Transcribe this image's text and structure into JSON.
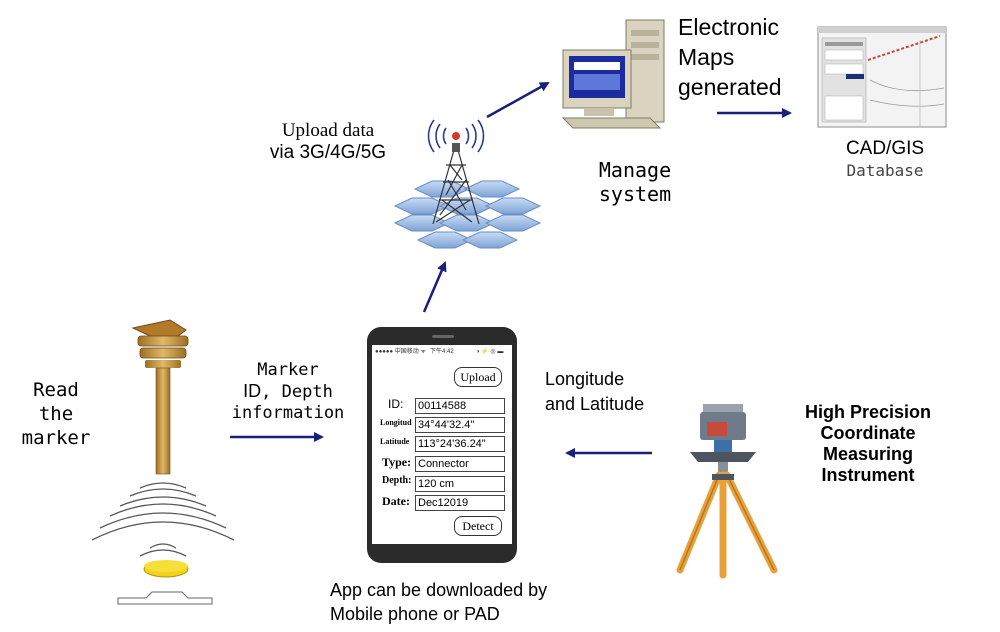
{
  "labels": {
    "read_marker": [
      "Read",
      "the",
      "marker"
    ],
    "upload": [
      "Upload data",
      "via 3G/4G/5G"
    ],
    "electronic_maps": [
      "Electronic",
      "Maps",
      "generated"
    ],
    "manage": [
      "Manage",
      "system"
    ],
    "cad": [
      "CAD/GIS",
      "Database"
    ],
    "marker_info": {
      "line1": "Marker",
      "id": "ID",
      "depth": ", Depth",
      "line3": "information"
    },
    "longlat": [
      "Longitude",
      "and Latitude"
    ],
    "instrument": [
      "High Precision",
      "Coordinate",
      "Measuring",
      "Instrument"
    ],
    "app": [
      "App can be downloaded by",
      "Mobile phone or PAD"
    ]
  },
  "phone": {
    "status_left": "●●●●● 中国移动 ᯤ",
    "status_time": "下午4:42",
    "status_right": "◑ ⚡ ◎ ▬",
    "upload_button": "Upload",
    "detect_button": "Detect",
    "fields": [
      {
        "label": "ID:",
        "value": "00114588"
      },
      {
        "label": "Longitud",
        "value": "34°44'32.4\""
      },
      {
        "label": "Latitude",
        "value": "113°24'36.24\""
      },
      {
        "label": "Type:",
        "value": "Connector"
      },
      {
        "label": "Depth:",
        "value": "120 cm"
      },
      {
        "label": "Date:",
        "value": "Dec12019"
      }
    ]
  },
  "colors": {
    "arrow": "#1a1f7a",
    "hex_tile": "#a9c4ea",
    "tripod": "#e8a13a",
    "marker_gold": "#c9993f",
    "marker_yellow": "#f2d21b",
    "phone_body": "#2b2b2b"
  }
}
